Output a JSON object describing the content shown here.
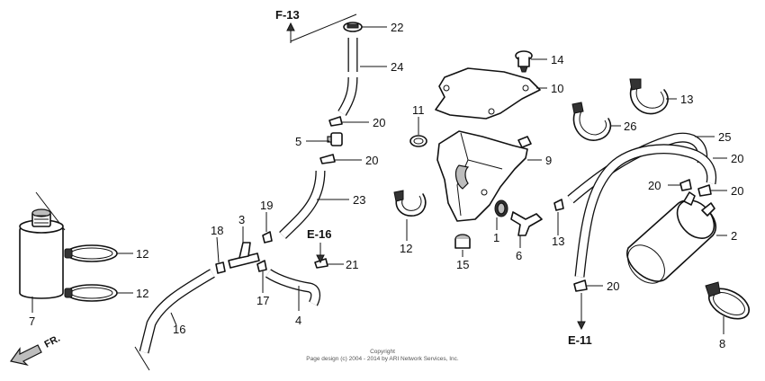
{
  "callouts": [
    {
      "id": "22",
      "text": "22"
    },
    {
      "id": "24",
      "text": "24"
    },
    {
      "id": "20a",
      "text": "20"
    },
    {
      "id": "5",
      "text": "5"
    },
    {
      "id": "20b",
      "text": "20"
    },
    {
      "id": "23",
      "text": "23"
    },
    {
      "id": "19",
      "text": "19"
    },
    {
      "id": "3",
      "text": "3"
    },
    {
      "id": "18",
      "text": "18"
    },
    {
      "id": "17",
      "text": "17"
    },
    {
      "id": "16",
      "text": "16"
    },
    {
      "id": "4",
      "text": "4"
    },
    {
      "id": "21",
      "text": "21"
    },
    {
      "id": "12a",
      "text": "12"
    },
    {
      "id": "12b",
      "text": "12"
    },
    {
      "id": "7",
      "text": "7"
    },
    {
      "id": "14",
      "text": "14"
    },
    {
      "id": "10",
      "text": "10"
    },
    {
      "id": "11",
      "text": "11"
    },
    {
      "id": "9",
      "text": "9"
    },
    {
      "id": "12c",
      "text": "12"
    },
    {
      "id": "15",
      "text": "15"
    },
    {
      "id": "1",
      "text": "1"
    },
    {
      "id": "6",
      "text": "6"
    },
    {
      "id": "13a",
      "text": "13"
    },
    {
      "id": "13b",
      "text": "13"
    },
    {
      "id": "26",
      "text": "26"
    },
    {
      "id": "25",
      "text": "25"
    },
    {
      "id": "20c",
      "text": "20"
    },
    {
      "id": "20d",
      "text": "20"
    },
    {
      "id": "20e",
      "text": "20"
    },
    {
      "id": "2",
      "text": "2"
    },
    {
      "id": "20f",
      "text": "20"
    },
    {
      "id": "8",
      "text": "8"
    }
  ],
  "references": {
    "f13": "F-13",
    "e16": "E-16",
    "e11": "E-11"
  },
  "front_label": "FR.",
  "copyright": {
    "line1": "Copyright",
    "line2": "Page design (c) 2004 - 2014 by ARI Network Services, Inc."
  }
}
